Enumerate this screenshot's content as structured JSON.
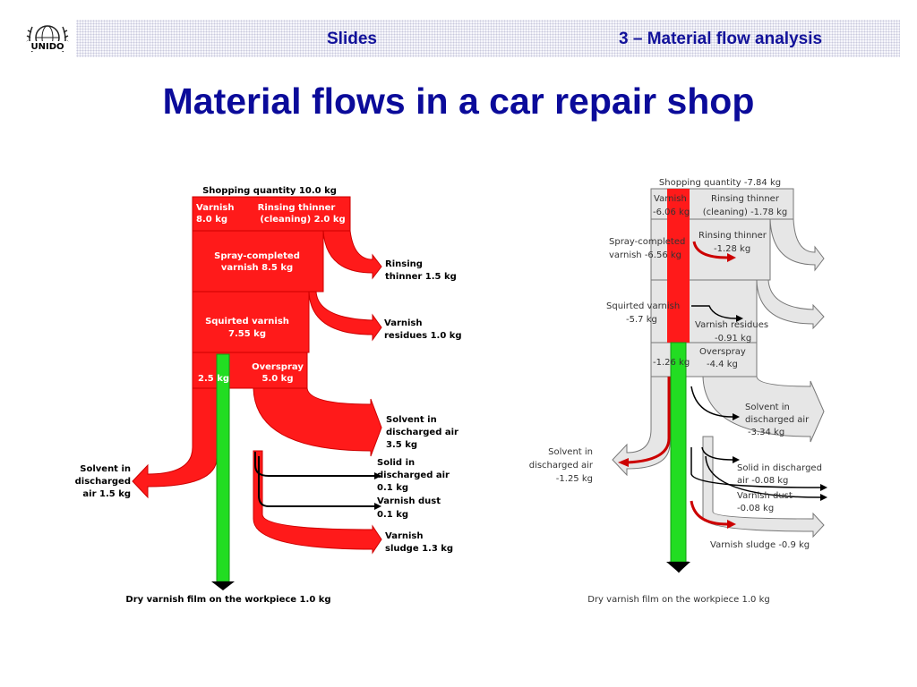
{
  "header": {
    "left_label": "Slides",
    "right_label": "3 – Material flow analysis",
    "logo_text": "UNIDO"
  },
  "slide": {
    "title": "Material flows in a car repair shop"
  },
  "left_diagram": {
    "top": "Shopping quantity 10.0 kg",
    "varnish": [
      "Varnish",
      "8.0 kg"
    ],
    "thinner": [
      "Rinsing thinner",
      "(cleaning) 2.0 kg"
    ],
    "spray": [
      "Spray-completed",
      "varnish 8.5 kg"
    ],
    "squirted": [
      "Squirted varnish",
      "7.55 kg"
    ],
    "left_kg": "2.5 kg",
    "overspray": [
      "Overspray",
      "5.0 kg"
    ],
    "out_rinsing": [
      "Rinsing",
      "thinner 1.5 kg"
    ],
    "out_residues": [
      "Varnish",
      "residues 1.0 kg"
    ],
    "out_solvent": [
      "Solvent in",
      "discharged air",
      "3.5 kg"
    ],
    "out_solid": [
      "Solid in",
      "discharged air",
      "0.1 kg"
    ],
    "out_dust": [
      "Varnish dust",
      "0.1 kg"
    ],
    "out_sludge": [
      "Varnish",
      "sludge 1.3 kg"
    ],
    "out_left": [
      "Solvent in",
      "discharged",
      "air 1.5 kg"
    ],
    "bottom": "Dry varnish film on the workpiece 1.0 kg"
  },
  "right_diagram": {
    "top": "Shopping quantity -7.84 kg",
    "varnish": [
      "Varnish",
      "-6.06 kg"
    ],
    "thinner": [
      "Rinsing thinner",
      "(cleaning) -1.78 kg"
    ],
    "spray": [
      "Spray-completed",
      "varnish -6.56 kg"
    ],
    "rinsing": [
      "Rinsing thinner",
      "-1.28 kg"
    ],
    "squirted": [
      "Squirted varnish",
      "-5.7 kg"
    ],
    "residues": [
      "Varnish residues",
      "-0.91 kg"
    ],
    "left_kg": "-1.26 kg",
    "overspray": [
      "Overspray",
      "-4.4 kg"
    ],
    "solvent": [
      "Solvent in",
      "discharged air",
      "-3.34 kg"
    ],
    "out_left": [
      "Solvent in",
      "discharged air",
      "-1.25 kg"
    ],
    "solid": [
      "Solid in discharged",
      "air -0.08 kg"
    ],
    "dust": [
      "Varnish dust",
      "-0.08 kg"
    ],
    "sludge": "Varnish sludge -0.9 kg",
    "bottom": "Dry varnish film on the workpiece 1.0 kg"
  },
  "colors": {
    "flow_red": "#ff1a1a",
    "flow_green": "#22dd22",
    "flow_grey": "#e6e6e6",
    "title_blue": "#0b0b9a"
  }
}
